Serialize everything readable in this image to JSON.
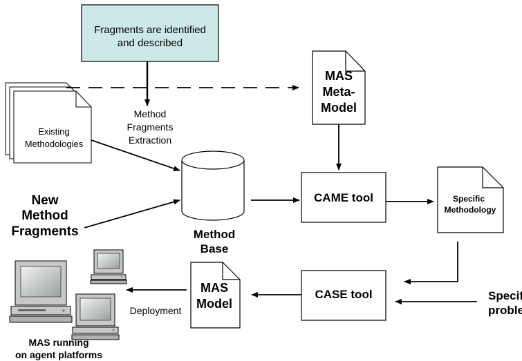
{
  "top_box": {
    "line1": "Fragments are identified",
    "line2": "and described",
    "fill": "#cce8e8"
  },
  "extraction": {
    "line1": "Method",
    "line2": "Fragments",
    "line3": "Extraction"
  },
  "existing": {
    "line1": "Existing",
    "line2": "Methodologies"
  },
  "new_fragments": {
    "line1": "New",
    "line2": "Method",
    "line3": "Fragments"
  },
  "meta_model": {
    "line1": "MAS",
    "line2": "Meta-",
    "line3": "Model"
  },
  "method_base": {
    "line1": "Method",
    "line2": "Base"
  },
  "came_tool": {
    "label": "CAME tool"
  },
  "specific_methodology": {
    "line1": "Specific",
    "line2": "Methodology"
  },
  "case_tool": {
    "label": "CASE tool"
  },
  "specific_problem": {
    "line1": "Specific",
    "line2": "problem"
  },
  "mas_model": {
    "line1": "MAS",
    "line2": "Model"
  },
  "deployment": {
    "label": "Deployment"
  },
  "mas_running": {
    "line1": "MAS running",
    "line2": "on agent platforms"
  },
  "icons": [
    "computer-icon",
    "computer-icon",
    "computer-icon"
  ]
}
